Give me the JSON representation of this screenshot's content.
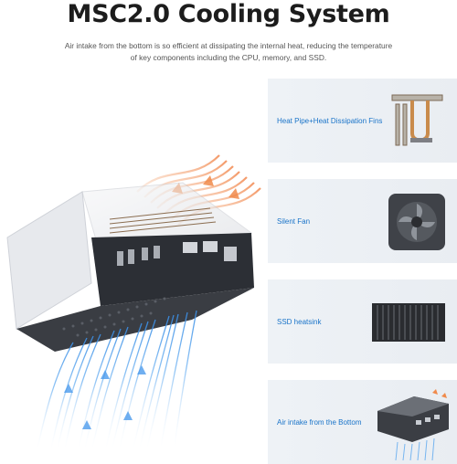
{
  "header": {
    "title": "MSC2.0 Cooling System",
    "subtitle": "Air intake from the bottom is so efficient at dissipating the internal heat, reducing the temperature of key components including the CPU, memory, and SSD."
  },
  "features": [
    {
      "label": "Heat Pipe+Heat Dissipation Fins",
      "icon": "heat-pipe-fins-icon"
    },
    {
      "label": "Silent Fan",
      "icon": "fan-icon"
    },
    {
      "label": "SSD heatsink",
      "icon": "heatsink-icon"
    },
    {
      "label": "Air intake from the Bottom",
      "icon": "mini-pc-airflow-icon"
    }
  ],
  "colors": {
    "label_blue": "#1a74c9",
    "heat_orange": "#f08a4b",
    "air_blue": "#5aa7f0",
    "card_bg": "#eef2f6"
  }
}
